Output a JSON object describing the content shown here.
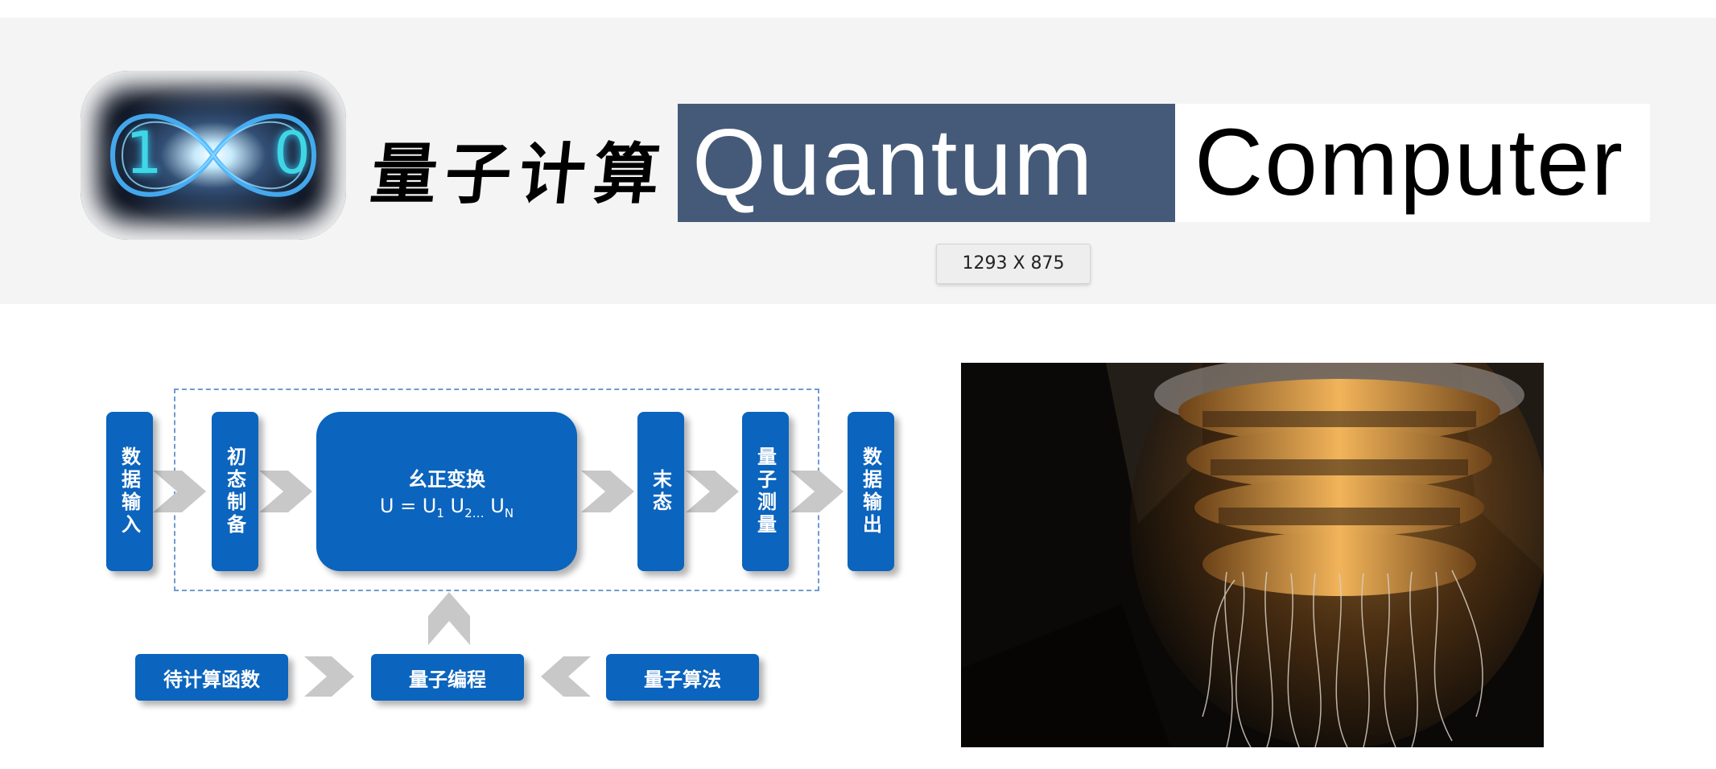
{
  "header": {
    "logo_digits": [
      "1",
      "0"
    ],
    "chinese_title": "量子计算",
    "title_left": "Quantum",
    "title_right": "Computer",
    "size_badge": "1293 X 875"
  },
  "diagram": {
    "top_row": {
      "input": "数据输入",
      "init": "初态制备",
      "unitary_title": "幺正变换",
      "unitary_formula": {
        "u": "U = U",
        "s1": "1",
        "u2": " U",
        "s2": "2…",
        "un": " U",
        "sn": "N"
      },
      "final": "末态",
      "measure": "量子测量",
      "output": "数据输出"
    },
    "bottom_row": {
      "function": "待计算函数",
      "programming": "量子编程",
      "algorithm": "量子算法"
    }
  },
  "colors": {
    "box_blue": "#0b64bd",
    "title_bg": "#455a78",
    "arrow_gray": "#c8c8c8",
    "dash": "#6f9bd3"
  }
}
